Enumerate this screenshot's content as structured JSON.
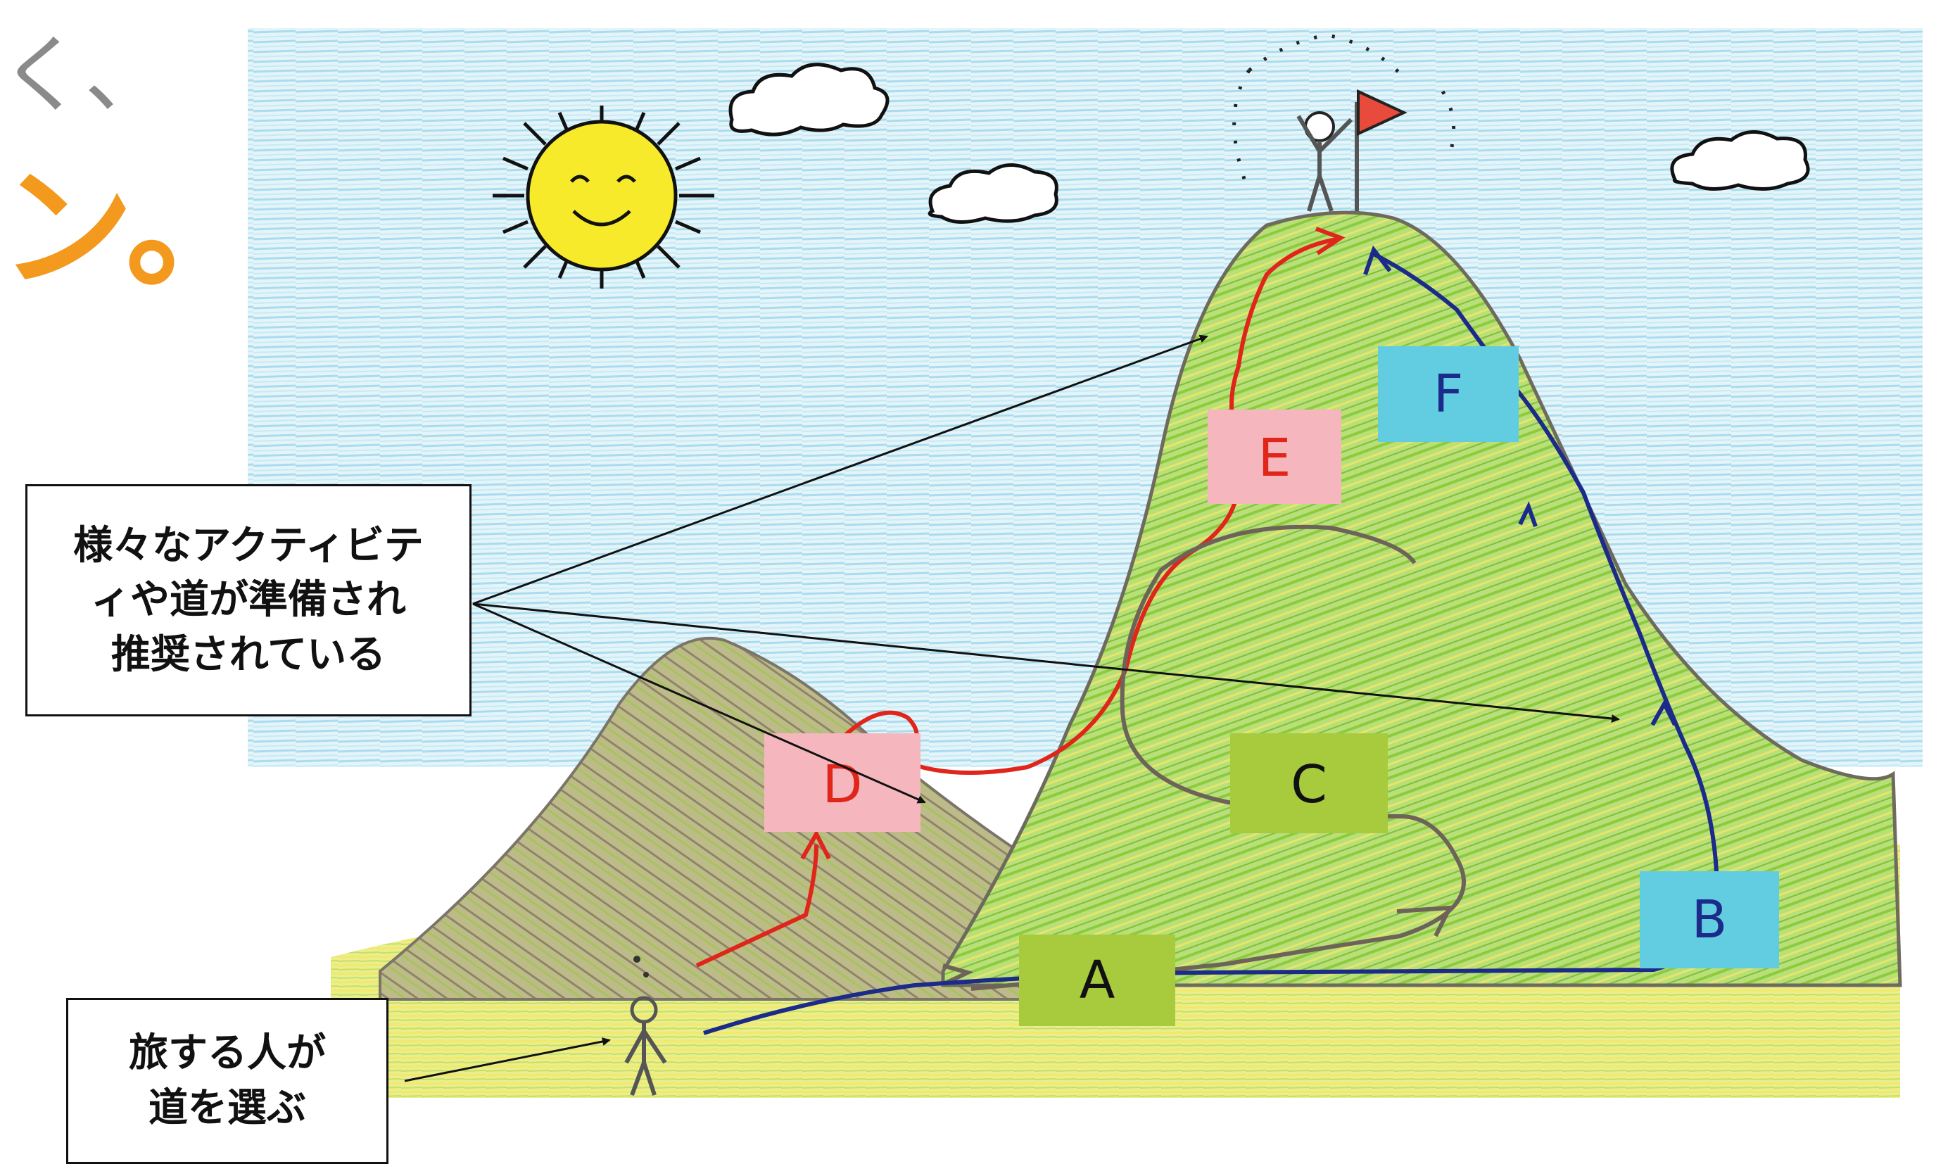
{
  "title": {
    "line1_fragment": "く、",
    "line2_fragment": "ン。"
  },
  "callouts": {
    "activities": "様々なアクティビテ\nィや道が準備され\n推奨されている",
    "traveler": "旅する人が\n道を選ぶ"
  },
  "route_labels": {
    "A": "A",
    "B": "B",
    "C": "C",
    "D": "D",
    "E": "E",
    "F": "F"
  },
  "colors": {
    "title_gray": "#8a8a8a",
    "title_orange": "#f39a1e",
    "sky": "#bfe6f2",
    "mountain": "#9ed35a",
    "label_green": "#a7cb3c",
    "label_pink": "#f5b7bd",
    "label_cyan": "#62cde0",
    "path_red": "#e0251b",
    "path_blue": "#1c2a8a",
    "path_gray": "#6e6358"
  },
  "icons": [
    "sun-icon",
    "cloud-icon",
    "flag-icon",
    "stick-figure-icon"
  ]
}
